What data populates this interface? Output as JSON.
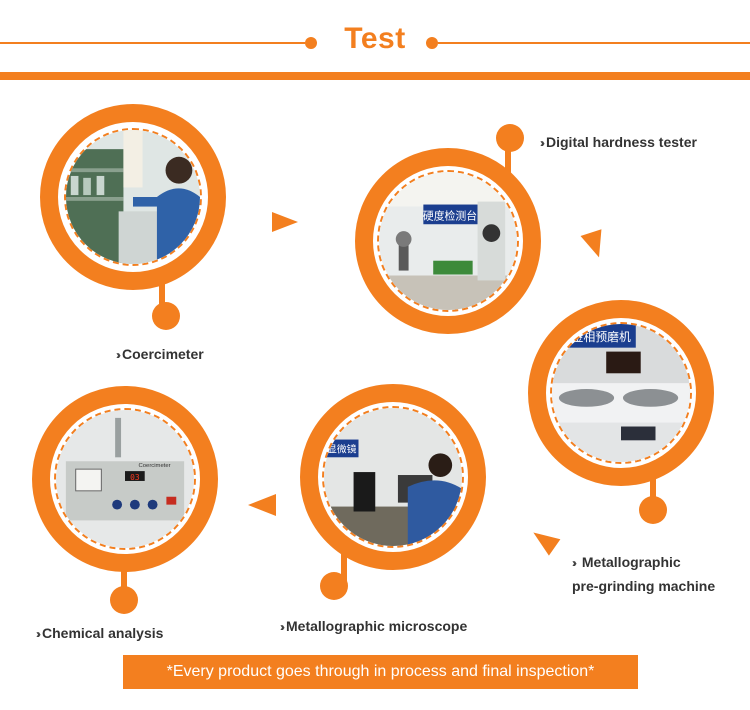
{
  "title": "Test",
  "stations": [
    {
      "label": "Coercimeter"
    },
    {
      "label": "Digital hardness tester"
    },
    {
      "label": "Metallographic",
      "label2": "pre-grinding machine"
    },
    {
      "label": "Metallographic microscope"
    },
    {
      "label": "Chemical analysis"
    }
  ],
  "photo_text": {
    "hardness_sign": "硬度检测台",
    "grinding_sign": "金相预磨机",
    "microscope_sign": "显微镜",
    "analysis_display": "03",
    "analysis_brand": "Coercimeter"
  },
  "banner": "*Every product goes through in process and final inspection*",
  "colors": {
    "accent": "#f37f1f",
    "text": "#333333",
    "banner_text": "#ffffff"
  }
}
